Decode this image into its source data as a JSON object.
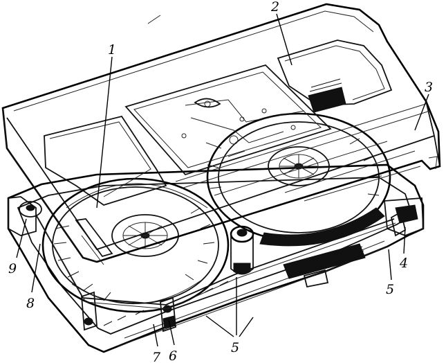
{
  "callouts": [
    {
      "id": "c1",
      "text": "1"
    },
    {
      "id": "c2",
      "text": "2"
    },
    {
      "id": "c3",
      "text": "3"
    },
    {
      "id": "c4",
      "text": "4"
    },
    {
      "id": "c5a",
      "text": "5"
    },
    {
      "id": "c5b",
      "text": "5"
    },
    {
      "id": "c6",
      "text": "6"
    },
    {
      "id": "c7",
      "text": "7"
    },
    {
      "id": "c8",
      "text": "8"
    },
    {
      "id": "c9",
      "text": "9"
    }
  ]
}
